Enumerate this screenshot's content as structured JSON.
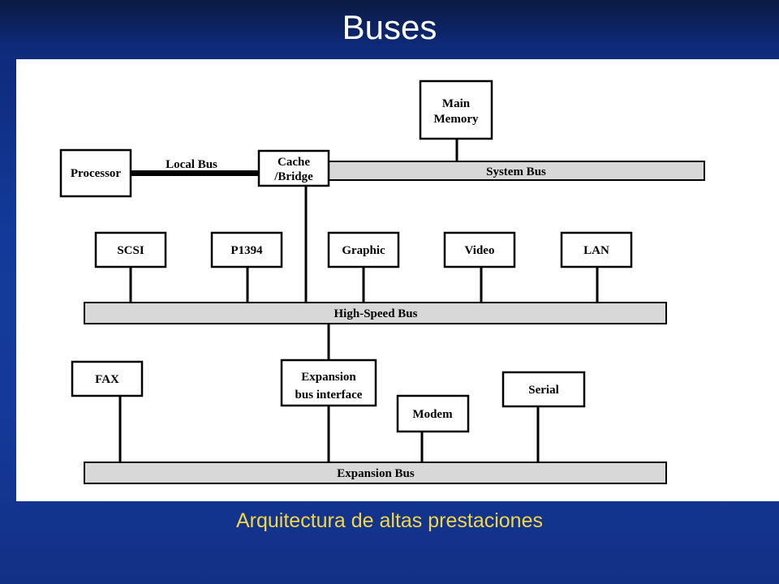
{
  "slide": {
    "title": "Buses",
    "subtitle": "Arquitectura de altas prestaciones"
  },
  "diagram": {
    "processor": "Processor",
    "local_bus": "Local Bus",
    "cache_bridge_line1": "Cache",
    "cache_bridge_line2": "/Bridge",
    "main_memory_line1": "Main",
    "main_memory_line2": "Memory",
    "system_bus": "System Bus",
    "scsi": "SCSI",
    "p1394": "P1394",
    "graphic": "Graphic",
    "video": "Video",
    "lan": "LAN",
    "high_speed_bus": "High-Speed Bus",
    "fax": "FAX",
    "expansion_interface_line1": "Expansion",
    "expansion_interface_line2": "bus interface",
    "modem": "Modem",
    "serial": "Serial",
    "expansion_bus": "Expansion Bus"
  }
}
